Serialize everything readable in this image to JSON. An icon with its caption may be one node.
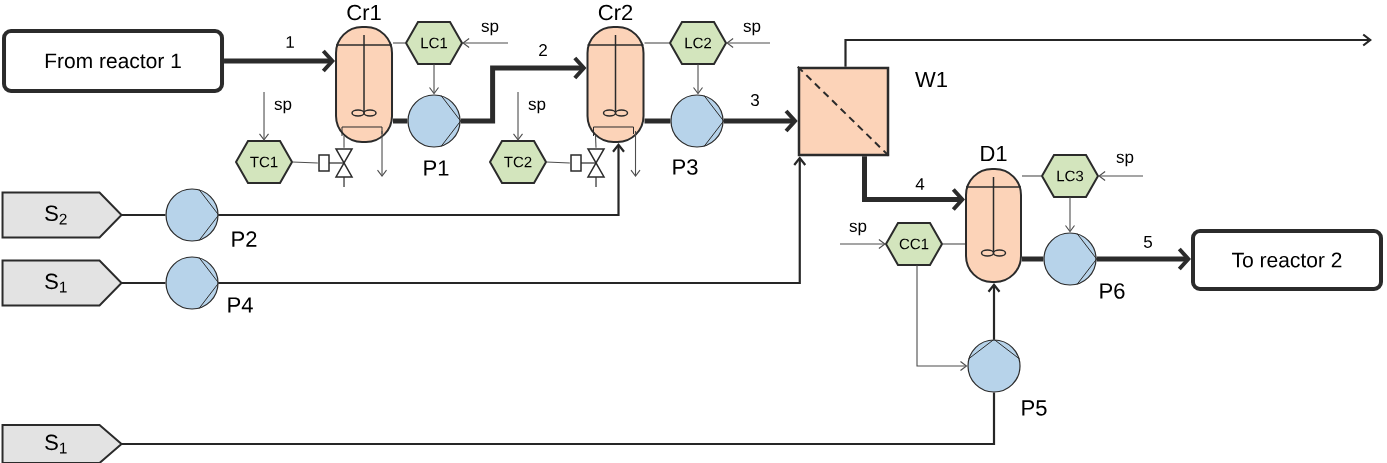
{
  "diagram": {
    "nodes": [
      {
        "text": [
          "From reactor 1"
        ]
      },
      {
        "text": [
          "Cr1"
        ]
      },
      {
        "text": [
          "LC1"
        ]
      },
      {
        "text": [
          "P1"
        ]
      },
      {
        "text": [
          "TC1"
        ]
      },
      {
        "text": [],
        "shape": "valve"
      },
      {
        "text": [
          "Cr2"
        ]
      },
      {
        "text": [
          "LC2"
        ]
      },
      {
        "text": [
          "P3"
        ]
      },
      {
        "text": [
          "TC2"
        ]
      },
      {
        "text": [],
        "shape": "valve"
      },
      {
        "text": [
          "S$_{2}$"
        ]
      },
      {
        "text": [
          "P2"
        ]
      },
      {
        "text": [
          "S$_{1}$"
        ]
      },
      {
        "text": [
          "P4"
        ]
      },
      {
        "text": [
          "S$_{1}$"
        ]
      },
      {
        "text": [
          "W1"
        ]
      },
      {
        "text": [
          "D1"
        ]
      },
      {
        "text": [
          "LC3"
        ]
      },
      {
        "text": [
          "CC1"
        ]
      },
      {
        "text": [
          "P6"
        ]
      },
      {
        "text": [
          "P5"
        ]
      },
      {
        "text": [
          "To reactor 2"
        ]
      }
    ],
    "edges": [
      {
        "from": 0,
        "to": 1,
        "arrow": "to",
        "label": "1",
        "style": "thick"
      },
      {
        "from": 1,
        "to": 3,
        "arrow": "none",
        "style": "thick"
      },
      {
        "from": 3,
        "to": 6,
        "arrow": "to",
        "label": "2",
        "style": "thick"
      },
      {
        "from": 6,
        "to": 8,
        "arrow": "none",
        "style": "thick"
      },
      {
        "from": 8,
        "to": 16,
        "arrow": "to",
        "label": "3",
        "style": "thick"
      },
      {
        "from": 16,
        "to": 17,
        "arrow": "to",
        "label": "4",
        "style": "thick"
      },
      {
        "from": 17,
        "to": 20,
        "arrow": "none",
        "style": "thick"
      },
      {
        "from": 20,
        "to": 22,
        "arrow": "to",
        "label": "5",
        "style": "thick"
      },
      {
        "from": 16,
        "to": null,
        "arrow": "to",
        "color": "#262626"
      },
      {
        "from": 11,
        "to": 12,
        "arrow": "none",
        "color": "#262626"
      },
      {
        "from": 12,
        "to": 6,
        "arrow": "to",
        "color": "#262626"
      },
      {
        "from": 13,
        "to": 14,
        "arrow": "none",
        "color": "#262626"
      },
      {
        "from": 14,
        "to": 16,
        "arrow": "to",
        "color": "#262626"
      },
      {
        "from": 15,
        "to": 21,
        "arrow": "none",
        "color": "#262626"
      },
      {
        "from": 21,
        "to": 17,
        "arrow": "to",
        "color": "#262626"
      },
      {
        "from": null,
        "to": 2,
        "arrow": "to",
        "label": "sp"
      },
      {
        "from": 2,
        "to": 3,
        "arrow": "to"
      },
      {
        "from": 2,
        "to": 1,
        "arrow": "none"
      },
      {
        "from": null,
        "to": 4,
        "arrow": "to",
        "label": "sp"
      },
      {
        "from": 4,
        "to": 5,
        "arrow": "none"
      },
      {
        "from": 5,
        "to": 1,
        "arrow": "none"
      },
      {
        "from": 1,
        "to": null,
        "arrow": "to"
      },
      {
        "from": null,
        "to": 7,
        "arrow": "to",
        "label": "sp"
      },
      {
        "from": 7,
        "to": 8,
        "arrow": "to"
      },
      {
        "from": 7,
        "to": 6,
        "arrow": "none"
      },
      {
        "from": null,
        "to": 9,
        "arrow": "to",
        "label": "sp"
      },
      {
        "from": 9,
        "to": 10,
        "arrow": "none"
      },
      {
        "from": 10,
        "to": 6,
        "arrow": "none"
      },
      {
        "from": 6,
        "to": null,
        "arrow": "to"
      },
      {
        "from": null,
        "to": 18,
        "arrow": "to",
        "label": "sp"
      },
      {
        "from": 18,
        "to": 20,
        "arrow": "to"
      },
      {
        "from": 18,
        "to": 17,
        "arrow": "none"
      },
      {
        "from": null,
        "to": 19,
        "arrow": "to",
        "label": "sp"
      },
      {
        "from": 19,
        "to": 17,
        "arrow": "none"
      },
      {
        "from": 19,
        "to": 21,
        "arrow": "to"
      }
    ]
  }
}
